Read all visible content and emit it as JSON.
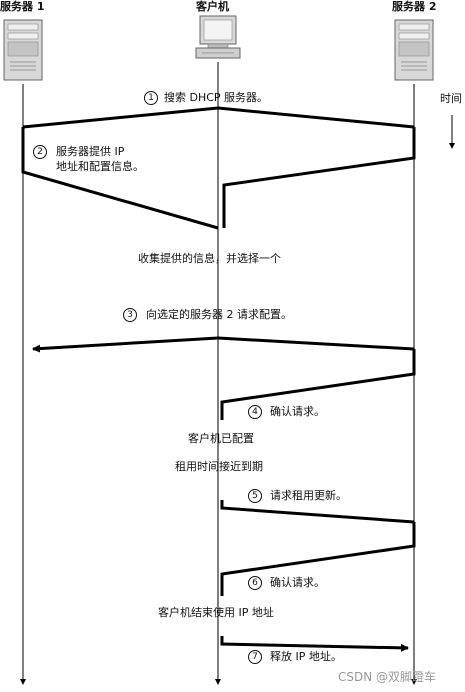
{
  "headers": {
    "server1": "服务器 1",
    "client": "客户机",
    "server2": "服务器 2"
  },
  "time_label": "时间",
  "steps": [
    {
      "num": "1",
      "text": "搜索 DHCP 服务器。"
    },
    {
      "num": "2",
      "text_line1": "服务器提供 IP",
      "text_line2": "地址和配置信息。"
    },
    {
      "num": "3",
      "text": "向选定的服务器 2 请求配置。"
    },
    {
      "num": "4",
      "text": "确认请求。"
    },
    {
      "num": "5",
      "text": "请求租用更新。"
    },
    {
      "num": "6",
      "text": "确认请求。"
    },
    {
      "num": "7",
      "text": "释放 IP 地址。"
    }
  ],
  "notes": {
    "collect": "收集提供的信息，并选择一个",
    "configured": "客户机已配置",
    "lease_near": "租用时间接近到期",
    "end_use": "客户机结束使用 IP 地址"
  },
  "watermark": "CSDN @双脚蹬车",
  "icons": {
    "server1": "server-tower-icon",
    "client": "desktop-computer-icon",
    "server2": "server-tower-icon"
  }
}
